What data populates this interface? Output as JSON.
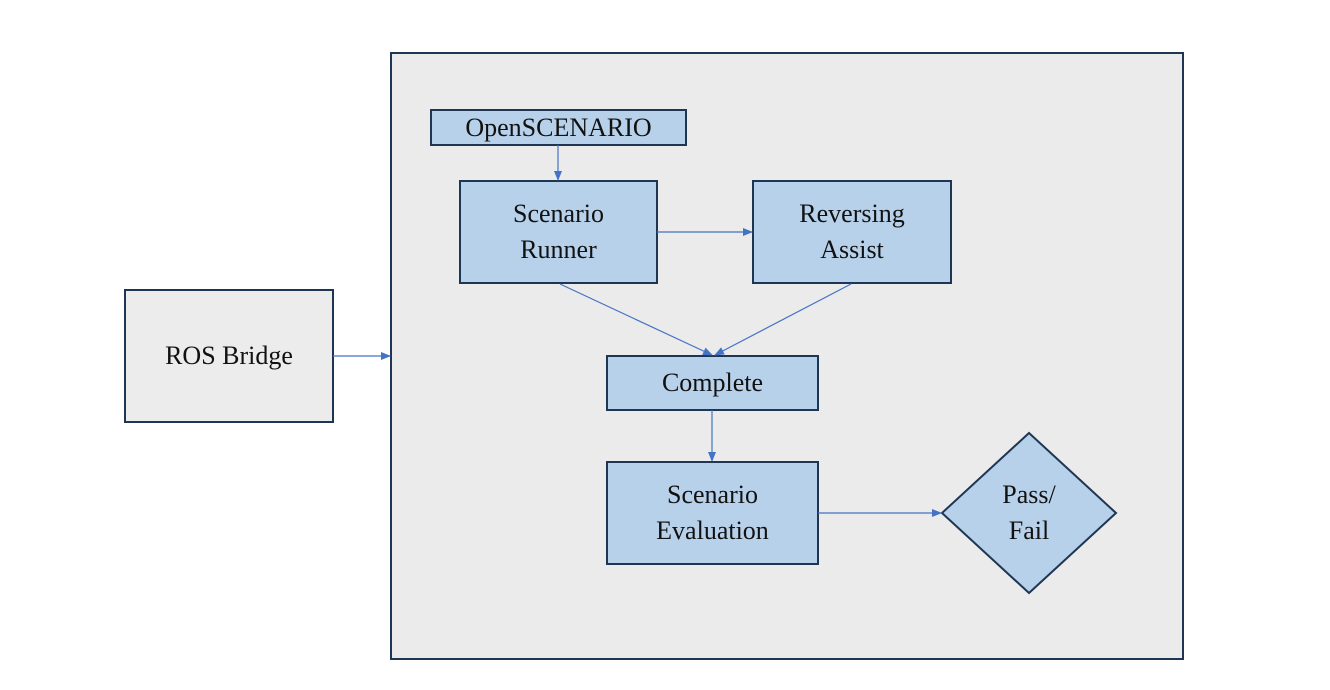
{
  "colors": {
    "node_fill": "#b8d1ea",
    "node_border": "#1f3554",
    "container_fill": "#ebebeb",
    "ros_fill": "#ececec",
    "arrow": "#4472c4"
  },
  "nodes": {
    "ros_bridge": "ROS Bridge",
    "openscenario": "OpenSCENARIO",
    "scenario_runner": "Scenario\nRunner",
    "reversing_assist": "Reversing\nAssist",
    "complete": "Complete",
    "scenario_evaluation": "Scenario\nEvaluation",
    "pass_fail": "Pass/\nFail"
  }
}
